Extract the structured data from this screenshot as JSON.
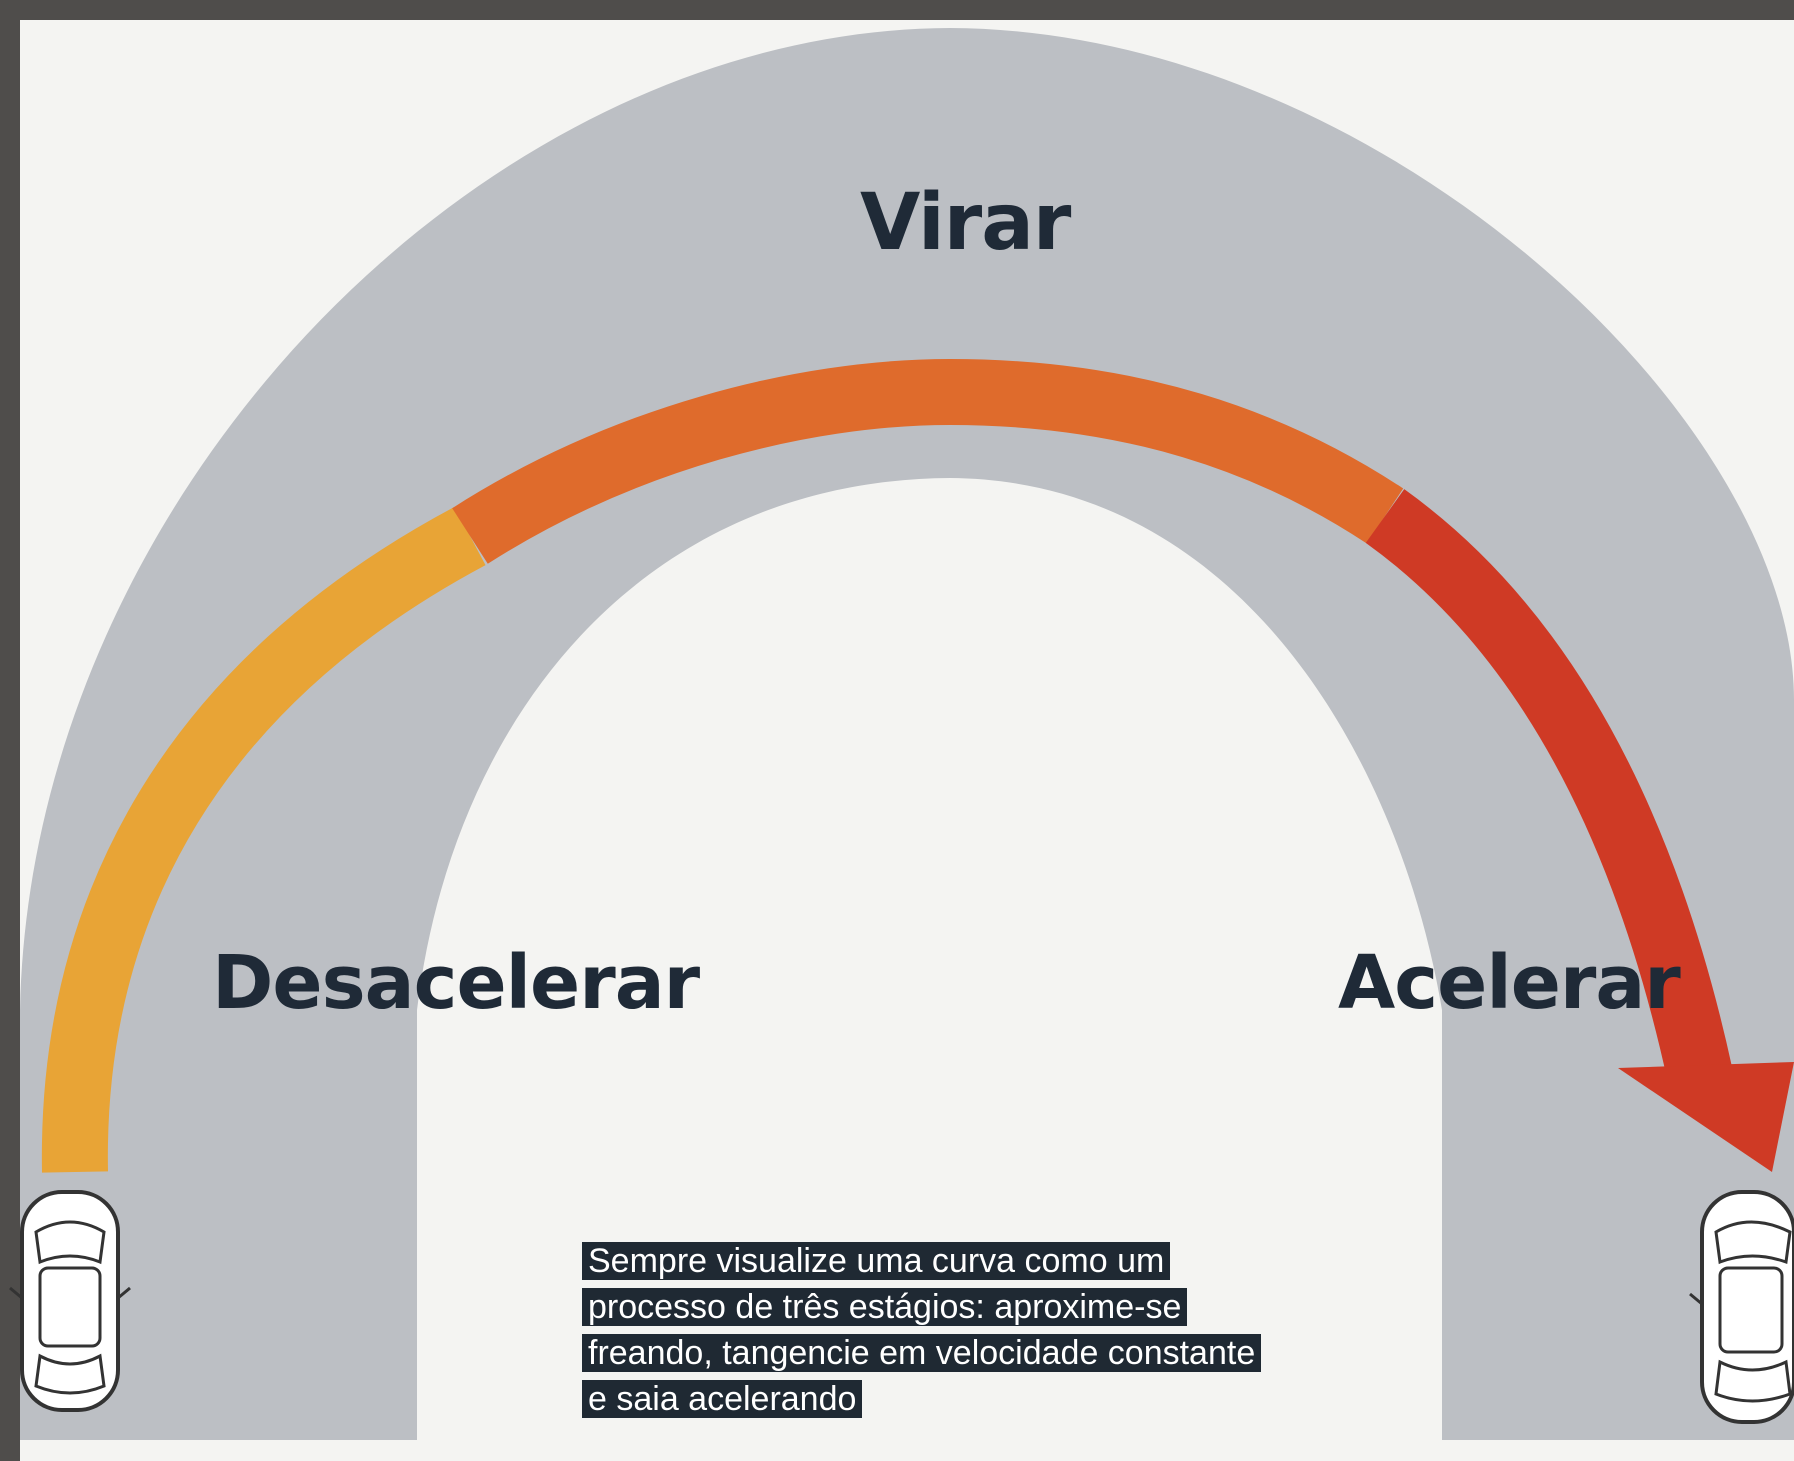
{
  "diagram": {
    "stages": {
      "decelerate": "Desacelerar",
      "turn": "Virar",
      "accelerate": "Acelerar"
    },
    "caption": "Sempre visualize uma curva como um processo de três estágios: aproxime-se freando, tangencie em velocidade constante e saia acelerando",
    "colors": {
      "background": "#f4f4f2",
      "road": "#bcbfc4",
      "decelerate": "#e8a436",
      "turn": "#df6b2c",
      "accelerate": "#cf3a25",
      "text": "#1f2a37",
      "caption_bg": "#1f2933"
    },
    "icons": [
      "car-left-icon",
      "car-right-icon",
      "arrow-head-icon"
    ]
  }
}
